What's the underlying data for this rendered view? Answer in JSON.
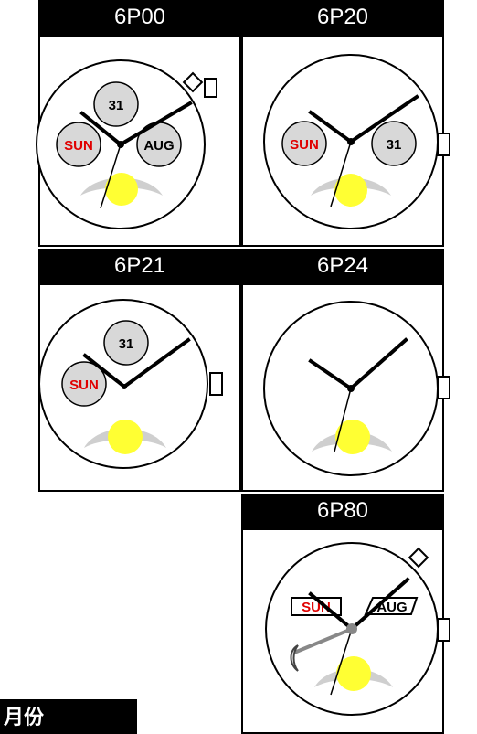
{
  "title": "SEIKO Movement",
  "panels": [
    {
      "model": "6P00",
      "subdials": [
        "31",
        "SUN",
        "AUG"
      ]
    },
    {
      "model": "6P20",
      "subdials": [
        "SUN",
        "31"
      ]
    },
    {
      "model": "6P21",
      "subdials": [
        "31",
        "SUN"
      ]
    },
    {
      "model": "6P24",
      "subdials": []
    },
    {
      "model": "6P80",
      "subdials": [
        "SUN",
        "AUG"
      ]
    }
  ],
  "caption": "月份",
  "colors": {
    "day_text": "#e00000",
    "moon": "#ffff33",
    "subdial_fill": "#d8d8d8",
    "header_bg": "#000000"
  }
}
